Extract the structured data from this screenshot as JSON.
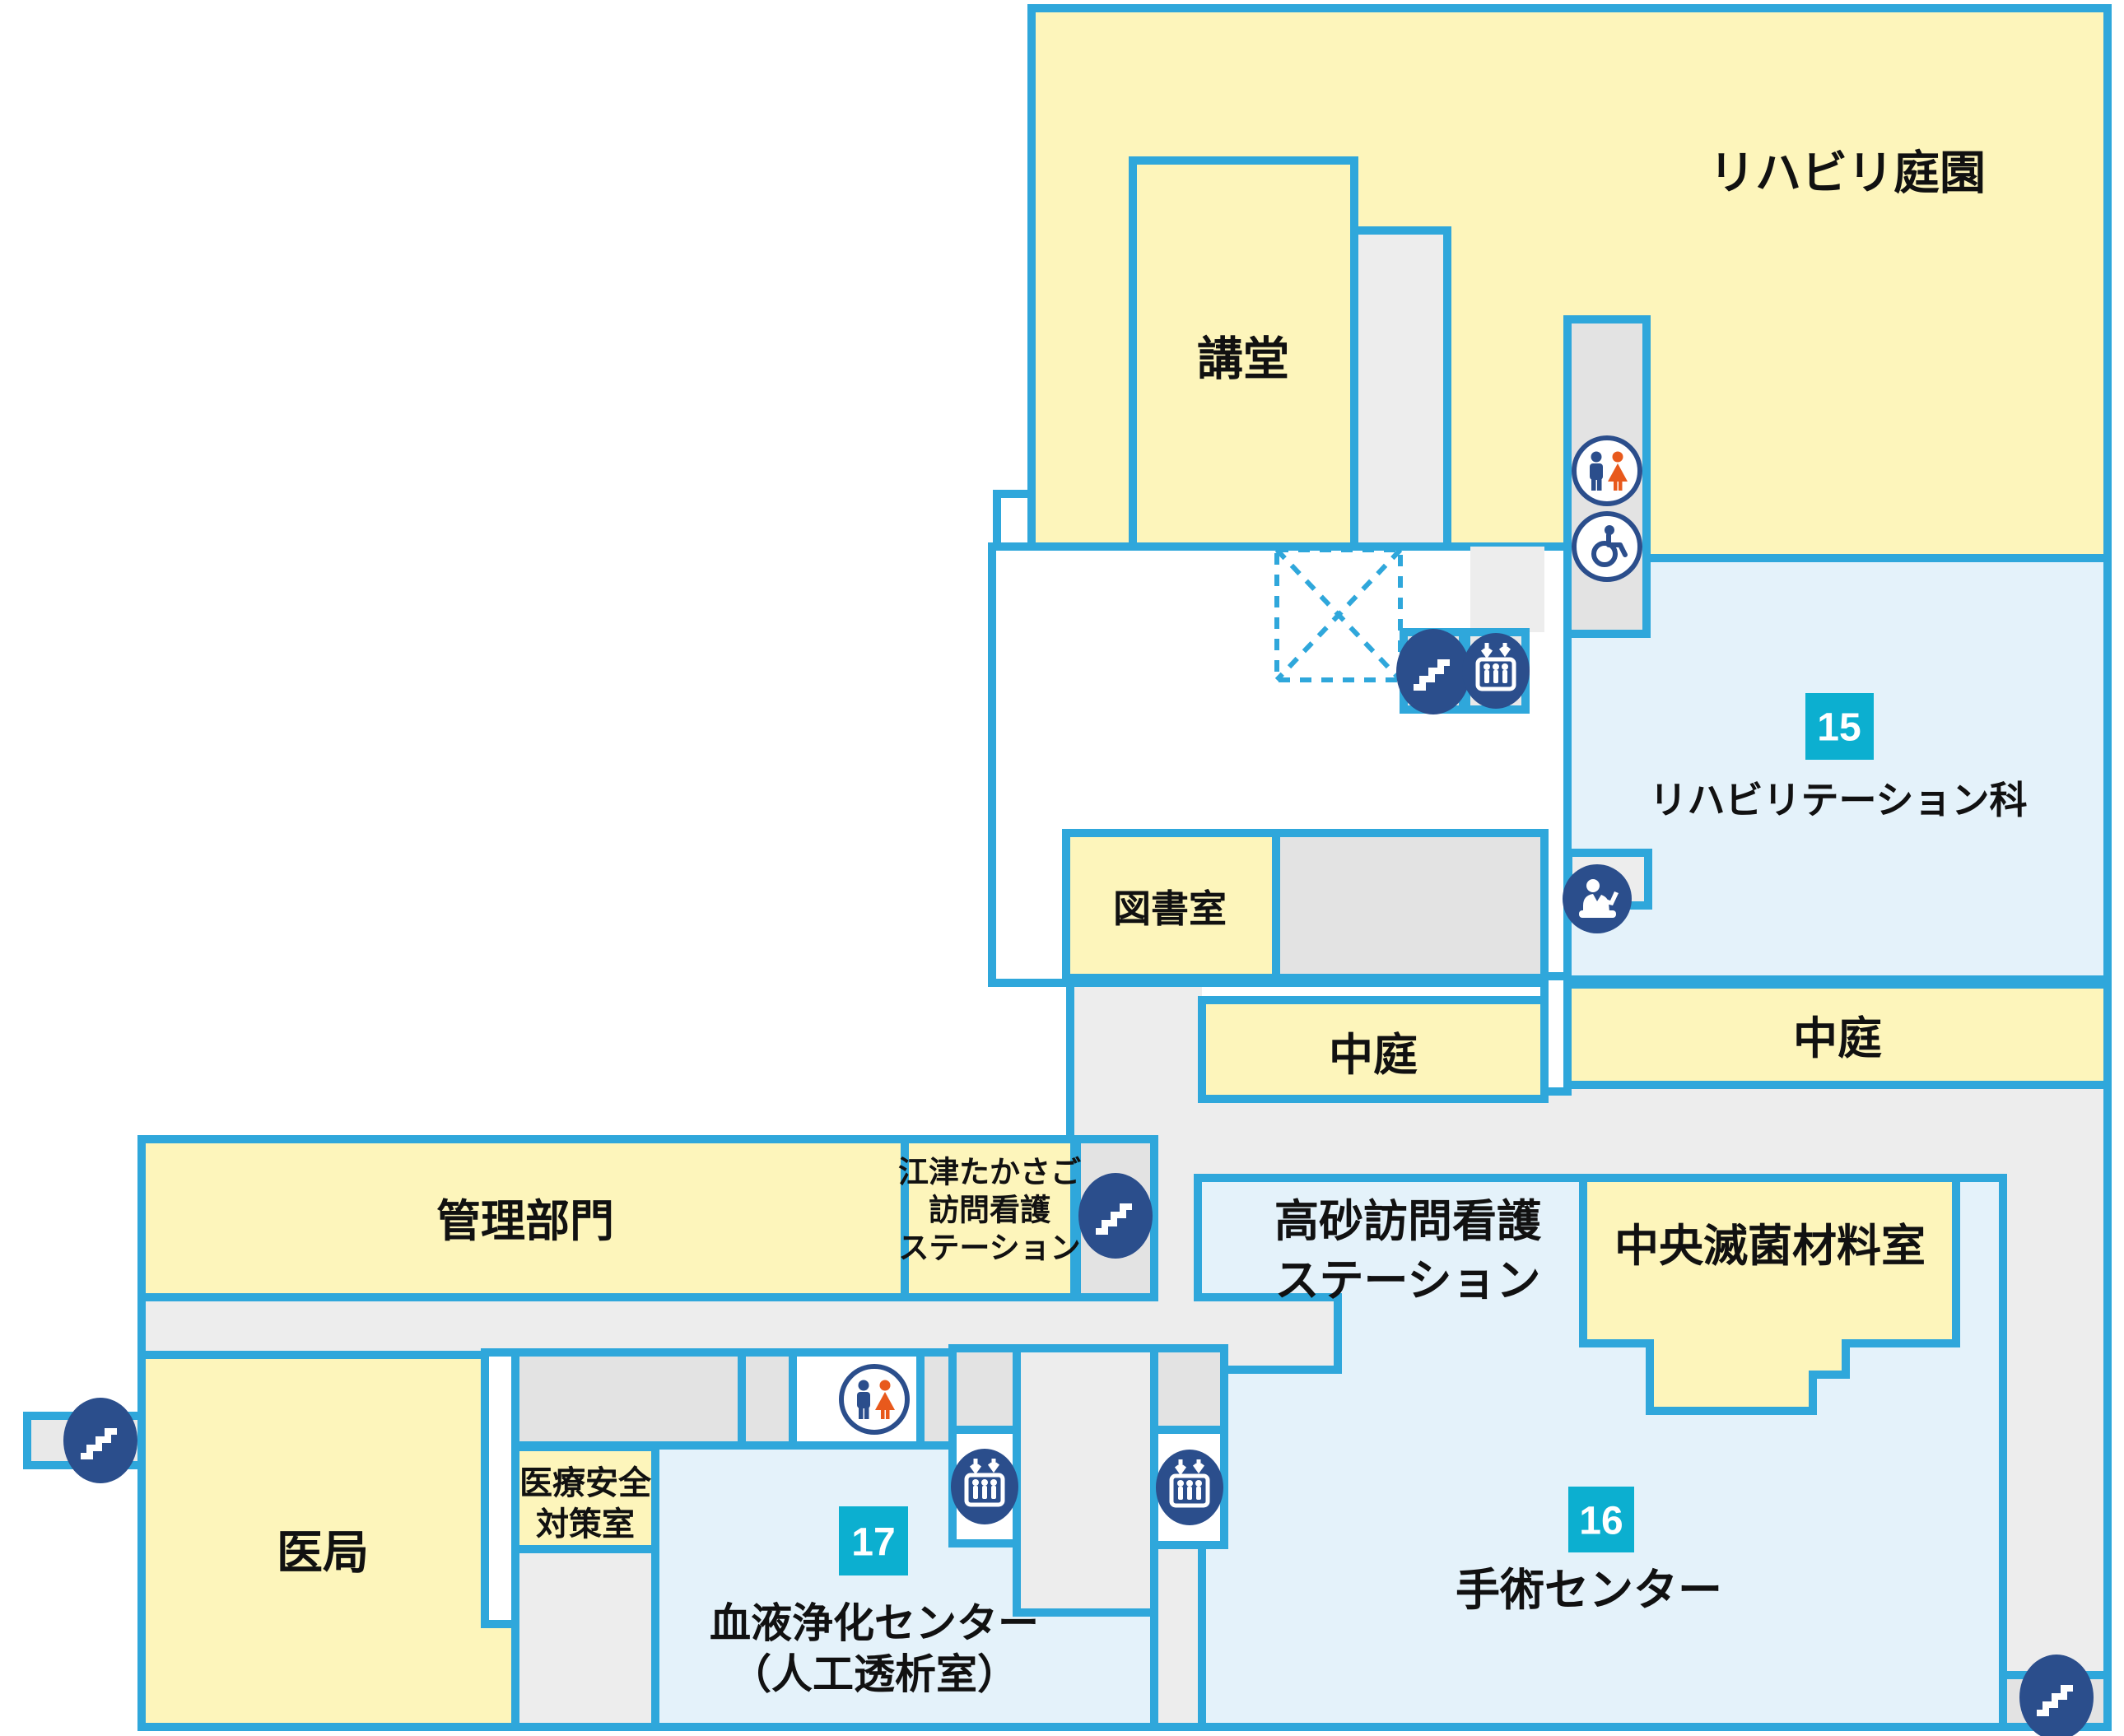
{
  "labels": {
    "rehab_garden": "リハビリ庭園",
    "auditorium": "講堂",
    "rehab_dept": "リハビリテーション科",
    "library": "図書室",
    "courtyard_left": "中庭",
    "courtyard_right": "中庭",
    "admin_department": "管理部門",
    "gotsu_line1": "江津たかさご",
    "gotsu_line2": "訪問看護",
    "gotsu_line3": "ステーション",
    "takasago_line1": "高砂訪問看護",
    "takasago_line2": "ステーション",
    "central_sterile": "中央滅菌材料室",
    "doctors_office": "医局",
    "safety_line1": "医療安全",
    "safety_line2": "対策室",
    "dialysis_line1": "血液浄化センター",
    "dialysis_line2": "（人工透析室）",
    "surgery_center": "手術センター"
  },
  "badges": {
    "rehab_dept": "15",
    "surgery_center": "16",
    "dialysis": "17"
  },
  "colors": {
    "wall_border": "#2fa7db",
    "room_yellow": "#fdf5bb",
    "department_blue": "#e4f2fa",
    "corridor_gray": "#ededed",
    "shaft_gray": "#e3e3e3",
    "icon_navy": "#2b4e8c",
    "icon_orange": "#e8591c",
    "badge_cyan": "#0cafd0",
    "text_black": "#111111",
    "background_white": "#ffffff"
  },
  "icons": [
    "stairs-icon",
    "elevator-icon",
    "toilet-icon",
    "wheelchair-icon",
    "reception-icon",
    "escalator-void-marker"
  ]
}
